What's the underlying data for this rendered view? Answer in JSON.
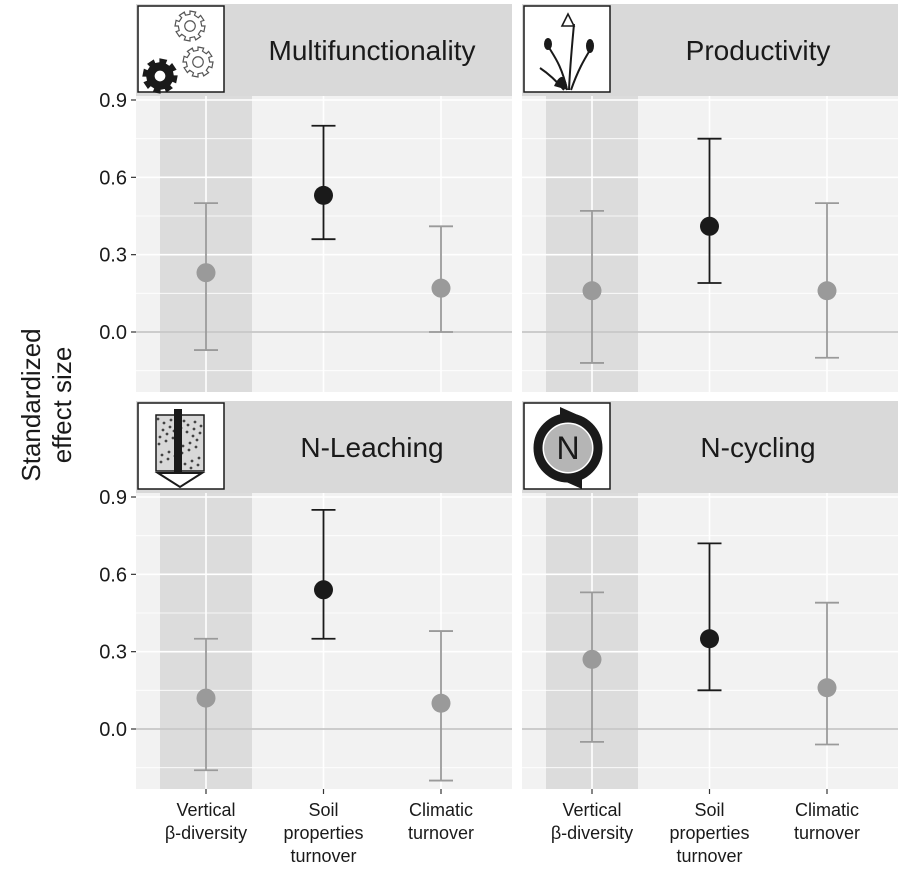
{
  "chart_data": {
    "type": "scatter",
    "ylabel_lines": [
      "Standardized",
      "effect size"
    ],
    "categories": [
      [
        "Vertical",
        "β-diversity"
      ],
      [
        "Soil",
        "properties",
        "turnover"
      ],
      [
        "Climatic",
        "turnover"
      ]
    ],
    "ylim": [
      -0.2,
      0.9
    ],
    "yticks": [
      0.0,
      0.3,
      0.6,
      0.9
    ],
    "ytick_labels": [
      "0.0",
      "0.3",
      "0.6",
      "0.9"
    ],
    "highlight_category": 0,
    "colors": {
      "significant": "#1a1a1a",
      "nonsignificant": "#9a9a9a",
      "strip": "#d9d9d9",
      "panel": "#f2f2f2",
      "shade": "#dcdcdc",
      "zero_line": "#bdbdbd"
    },
    "panels": [
      {
        "title": "Multifunctionality",
        "icon": "gears-icon",
        "points": [
          {
            "value": 0.23,
            "lower": -0.07,
            "upper": 0.5,
            "significant": false
          },
          {
            "value": 0.53,
            "lower": 0.36,
            "upper": 0.8,
            "significant": true
          },
          {
            "value": 0.17,
            "lower": 0.0,
            "upper": 0.41,
            "significant": false
          }
        ]
      },
      {
        "title": "Productivity",
        "icon": "plant-icon",
        "points": [
          {
            "value": 0.16,
            "lower": -0.12,
            "upper": 0.47,
            "significant": false
          },
          {
            "value": 0.41,
            "lower": 0.19,
            "upper": 0.75,
            "significant": true
          },
          {
            "value": 0.16,
            "lower": -0.1,
            "upper": 0.5,
            "significant": false
          }
        ]
      },
      {
        "title": "N-Leaching",
        "icon": "soil-column-icon",
        "points": [
          {
            "value": 0.12,
            "lower": -0.16,
            "upper": 0.35,
            "significant": false
          },
          {
            "value": 0.54,
            "lower": 0.35,
            "upper": 0.85,
            "significant": true
          },
          {
            "value": 0.1,
            "lower": -0.2,
            "upper": 0.38,
            "significant": false
          }
        ]
      },
      {
        "title": "N-cycling",
        "icon": "n-cycle-icon",
        "icon_letter": "N",
        "points": [
          {
            "value": 0.27,
            "lower": -0.05,
            "upper": 0.53,
            "significant": false
          },
          {
            "value": 0.35,
            "lower": 0.15,
            "upper": 0.72,
            "significant": true
          },
          {
            "value": 0.16,
            "lower": -0.06,
            "upper": 0.49,
            "significant": false
          }
        ]
      }
    ]
  }
}
